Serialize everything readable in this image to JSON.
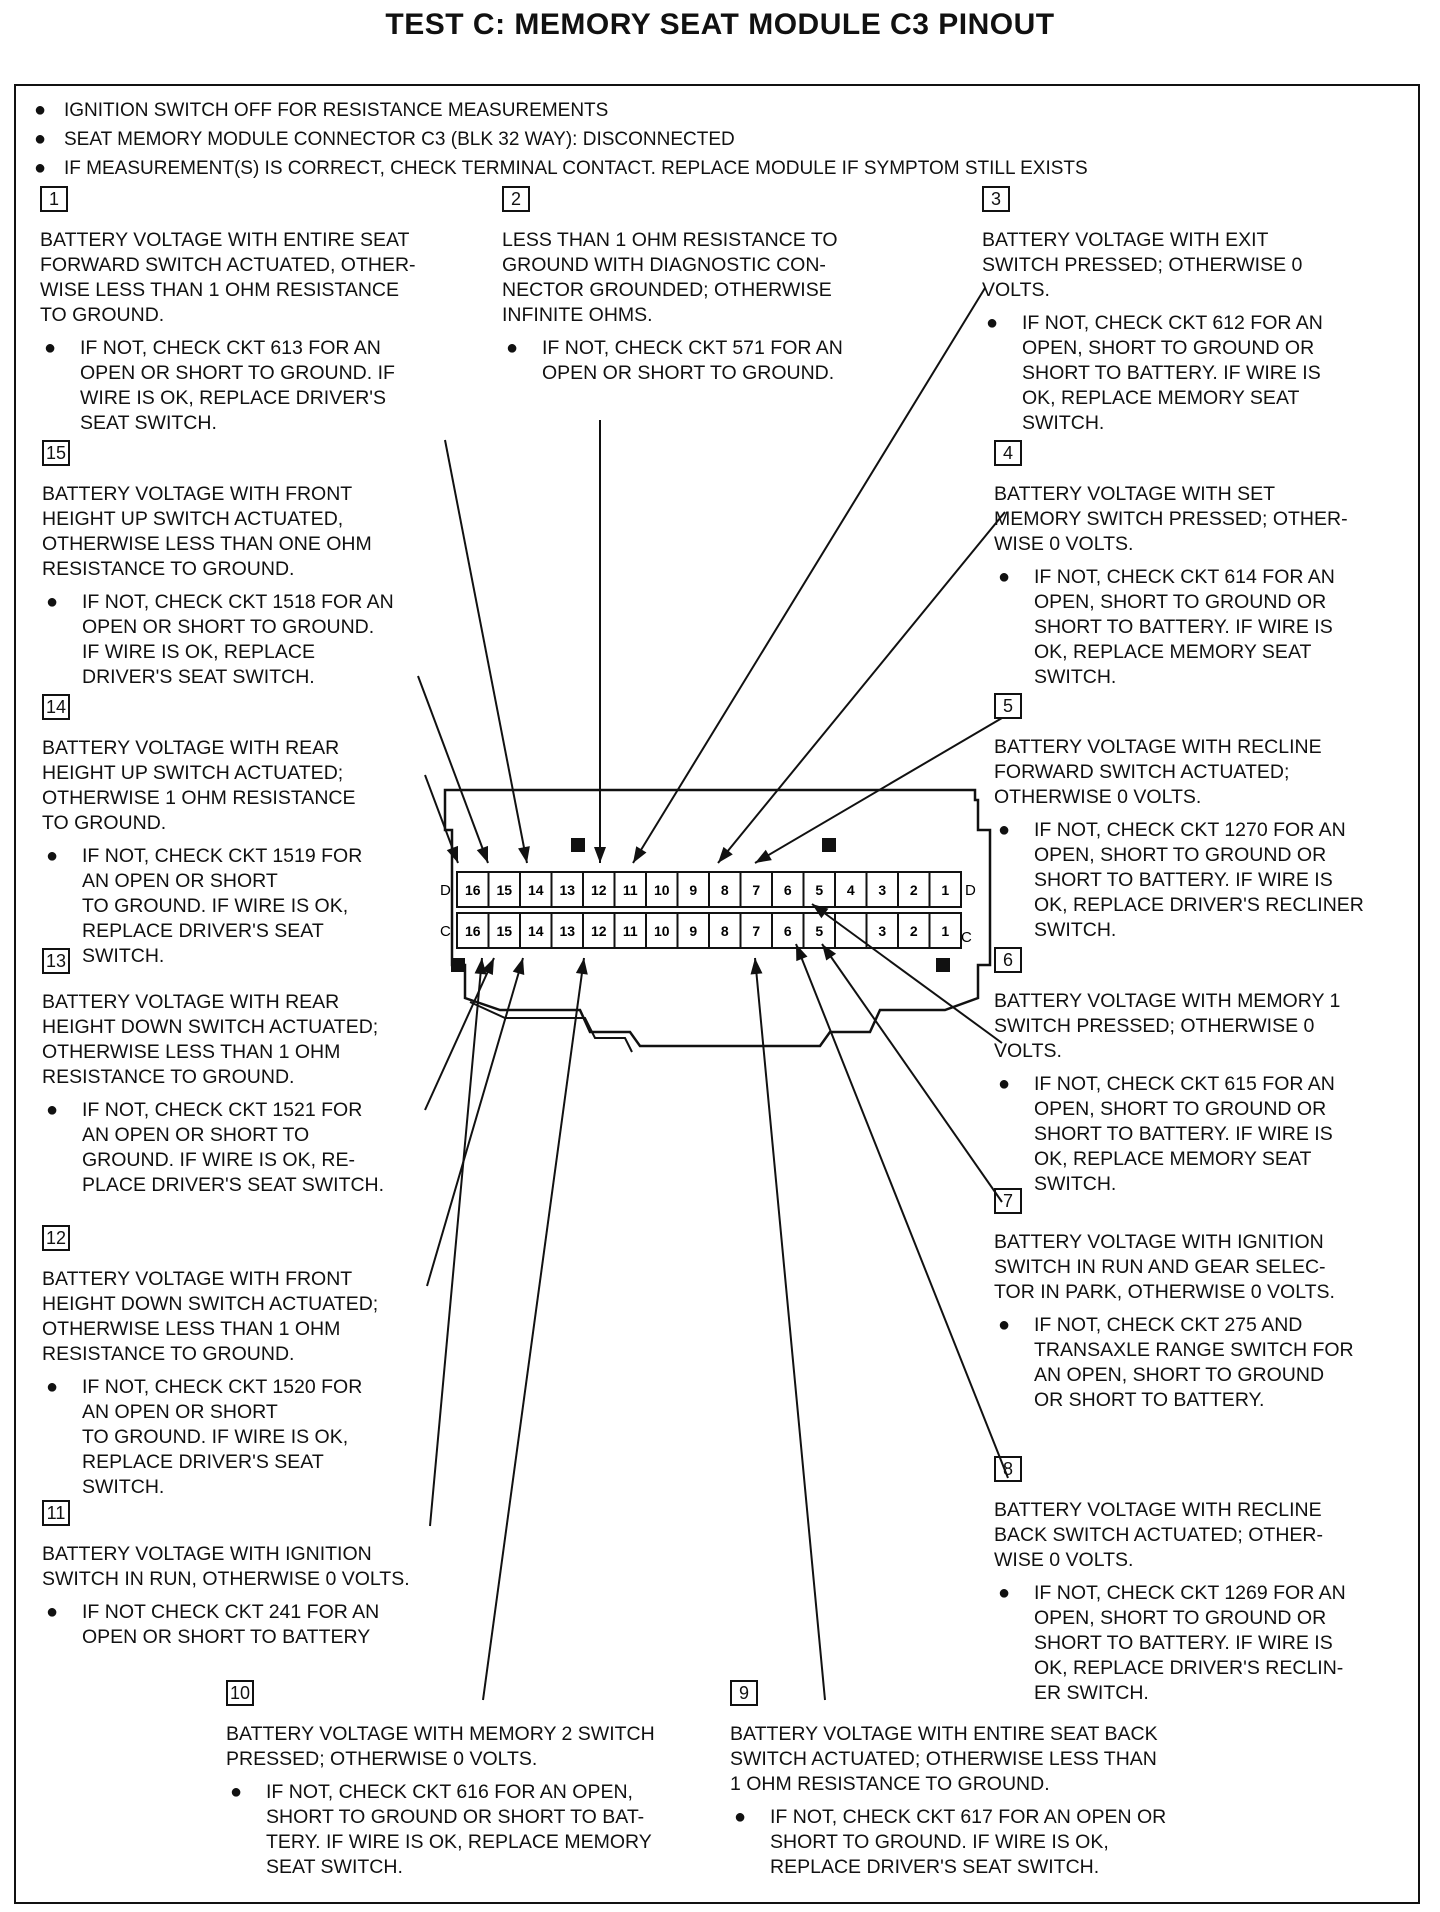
{
  "title": "TEST C:  MEMORY SEAT MODULE C3 PINOUT",
  "notes": [
    "IGNITION SWITCH OFF FOR RESISTANCE MEASUREMENTS",
    "SEAT MEMORY MODULE CONNECTOR C3 (BLK 32 WAY): DISCONNECTED",
    "IF MEASUREMENT(S) IS CORRECT, CHECK TERMINAL CONTACT. REPLACE MODULE IF SYMPTOM STILL EXISTS"
  ],
  "connector": {
    "row_d_label": "D",
    "row_c_label": "C",
    "row_d": [
      "16",
      "15",
      "14",
      "13",
      "12",
      "11",
      "10",
      "9",
      "8",
      "7",
      "6",
      "5",
      "4",
      "3",
      "2",
      "1"
    ],
    "row_c": [
      "16",
      "15",
      "14",
      "13",
      "12",
      "11",
      "10",
      "9",
      "8",
      "7",
      "6",
      "5",
      "",
      "3",
      "2",
      "1"
    ]
  },
  "callouts": [
    {
      "num": "1",
      "desc": "BATTERY VOLTAGE WITH ENTIRE SEAT\nFORWARD SWITCH ACTUATED, OTHER-\nWISE LESS THAN 1 OHM RESISTANCE\nTO GROUND.",
      "check": "IF NOT, CHECK CKT 613 FOR AN\nOPEN OR SHORT TO GROUND. IF\nWIRE IS OK, REPLACE DRIVER'S\nSEAT SWITCH."
    },
    {
      "num": "2",
      "desc": "LESS THAN 1 OHM RESISTANCE TO\nGROUND WITH DIAGNOSTIC CON-\nNECTOR GROUNDED; OTHERWISE\nINFINITE OHMS.",
      "check": "IF NOT, CHECK CKT 571 FOR AN\nOPEN OR SHORT TO GROUND."
    },
    {
      "num": "3",
      "desc": "BATTERY VOLTAGE WITH EXIT\nSWITCH PRESSED; OTHERWISE 0\nVOLTS.",
      "check": "IF NOT, CHECK CKT 612 FOR AN\nOPEN, SHORT TO GROUND OR\nSHORT TO BATTERY. IF WIRE IS\nOK, REPLACE MEMORY SEAT\nSWITCH."
    },
    {
      "num": "4",
      "desc": "BATTERY VOLTAGE WITH SET\nMEMORY SWITCH PRESSED; OTHER-\nWISE 0 VOLTS.",
      "check": "IF NOT, CHECK CKT 614 FOR AN\nOPEN, SHORT TO GROUND OR\nSHORT TO BATTERY. IF WIRE IS\nOK, REPLACE MEMORY SEAT\nSWITCH."
    },
    {
      "num": "5",
      "desc": "BATTERY VOLTAGE WITH RECLINE\nFORWARD SWITCH ACTUATED;\nOTHERWISE 0 VOLTS.",
      "check": "IF NOT, CHECK CKT 1270 FOR AN\nOPEN, SHORT TO GROUND OR\nSHORT TO BATTERY. IF WIRE IS\nOK, REPLACE DRIVER'S RECLINER\nSWITCH."
    },
    {
      "num": "6",
      "desc": "BATTERY VOLTAGE WITH MEMORY 1\nSWITCH PRESSED; OTHERWISE 0\nVOLTS.",
      "check": "IF NOT, CHECK CKT 615 FOR AN\nOPEN, SHORT TO GROUND OR\nSHORT TO BATTERY. IF WIRE IS\nOK, REPLACE MEMORY SEAT\nSWITCH."
    },
    {
      "num": "7",
      "desc": "BATTERY VOLTAGE WITH IGNITION\nSWITCH IN RUN AND GEAR SELEC-\nTOR IN PARK, OTHERWISE 0 VOLTS.",
      "check": "IF NOT, CHECK CKT 275 AND\nTRANSAXLE RANGE SWITCH FOR\nAN OPEN, SHORT TO GROUND\nOR SHORT TO BATTERY."
    },
    {
      "num": "8",
      "desc": "BATTERY VOLTAGE WITH RECLINE\nBACK SWITCH ACTUATED; OTHER-\nWISE 0 VOLTS.",
      "check": "IF NOT, CHECK CKT 1269 FOR AN\nOPEN, SHORT TO GROUND OR\nSHORT TO BATTERY. IF WIRE IS\nOK, REPLACE DRIVER'S RECLIN-\nER SWITCH."
    },
    {
      "num": "9",
      "desc": "BATTERY VOLTAGE WITH ENTIRE SEAT BACK\nSWITCH ACTUATED; OTHERWISE LESS THAN\n1 OHM RESISTANCE TO GROUND.",
      "check": "IF NOT, CHECK CKT 617 FOR AN OPEN OR\nSHORT TO GROUND. IF WIRE IS OK,\nREPLACE DRIVER'S SEAT SWITCH."
    },
    {
      "num": "10",
      "desc": "BATTERY VOLTAGE WITH MEMORY 2 SWITCH\nPRESSED; OTHERWISE 0 VOLTS.",
      "check": "IF NOT, CHECK CKT 616 FOR AN OPEN,\nSHORT TO GROUND OR SHORT TO BAT-\nTERY. IF WIRE IS OK, REPLACE MEMORY\nSEAT SWITCH."
    },
    {
      "num": "11",
      "desc": "BATTERY VOLTAGE WITH IGNITION\nSWITCH IN RUN, OTHERWISE 0 VOLTS.",
      "check": "IF NOT CHECK CKT 241 FOR AN\nOPEN OR SHORT TO BATTERY"
    },
    {
      "num": "12",
      "desc": "BATTERY VOLTAGE WITH FRONT\nHEIGHT DOWN SWITCH ACTUATED;\nOTHERWISE LESS THAN 1 OHM\nRESISTANCE TO GROUND.",
      "check": "IF NOT, CHECK CKT 1520 FOR\nAN OPEN OR SHORT\nTO GROUND. IF WIRE IS OK,\nREPLACE DRIVER'S SEAT\nSWITCH."
    },
    {
      "num": "13",
      "desc": "BATTERY VOLTAGE WITH REAR\nHEIGHT DOWN SWITCH ACTUATED;\nOTHERWISE LESS THAN 1 OHM\nRESISTANCE TO GROUND.",
      "check": "IF NOT, CHECK CKT 1521 FOR\nAN OPEN OR SHORT TO\nGROUND. IF WIRE IS OK, RE-\nPLACE DRIVER'S SEAT SWITCH."
    },
    {
      "num": "14",
      "desc": "BATTERY VOLTAGE WITH REAR\nHEIGHT UP SWITCH ACTUATED;\nOTHERWISE 1 OHM RESISTANCE\nTO GROUND.",
      "check": "IF NOT, CHECK CKT 1519 FOR\nAN OPEN OR SHORT\nTO GROUND. IF WIRE IS OK,\nREPLACE DRIVER'S SEAT\nSWITCH."
    },
    {
      "num": "15",
      "desc": "BATTERY VOLTAGE WITH FRONT\nHEIGHT UP SWITCH ACTUATED,\nOTHERWISE LESS THAN ONE OHM\nRESISTANCE TO GROUND.",
      "check": "IF NOT, CHECK CKT 1518 FOR AN\nOPEN OR SHORT TO GROUND.\nIF WIRE IS OK, REPLACE\nDRIVER'S SEAT SWITCH."
    }
  ]
}
